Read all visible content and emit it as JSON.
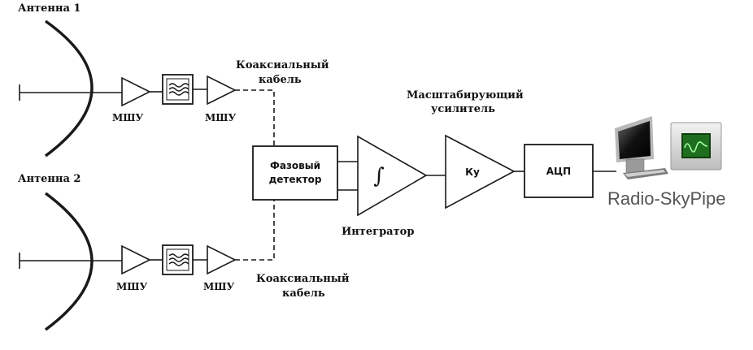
{
  "antennas": {
    "antenna1_label": "Антенна 1",
    "antenna2_label": "Антенна 2"
  },
  "lna_label": "МШУ",
  "coax": {
    "top_line1": "Коаксиальный",
    "top_line2": "кабель",
    "bottom_line1": "Коаксиальный",
    "bottom_line2": "кабель"
  },
  "phase_detector": {
    "line1": "Фазовый",
    "line2": "детектор"
  },
  "integrator": {
    "symbol": "∫",
    "label": "Интегратор"
  },
  "scaling_amp": {
    "title_line1": "Масштабирующий",
    "title_line2": "усилитель",
    "symbol": "Ку"
  },
  "adc": {
    "label": "АЦП"
  },
  "software": {
    "name": "Radio-SkyPipe",
    "computer_icon": "computer-icon",
    "app_icon": "oscilloscope-icon",
    "app_icon_color": "#3aa33a"
  }
}
